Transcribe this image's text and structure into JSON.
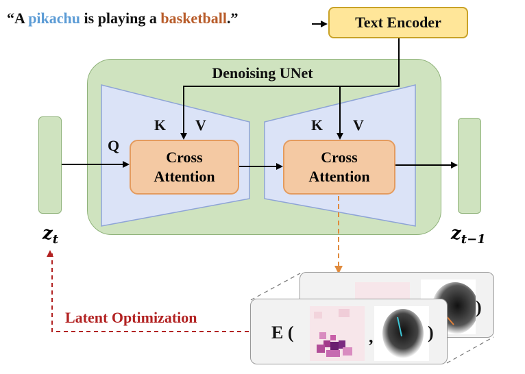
{
  "prompt": {
    "open": "“A ",
    "subject": "pikachu",
    "middle": " is playing a ",
    "object": "basketball",
    "close": ".”"
  },
  "text_encoder": "Text Encoder",
  "unet_title": "Denoising UNet",
  "cross_attention": [
    "Cross",
    "Attention"
  ],
  "q": "Q",
  "k": "K",
  "v": "V",
  "z_t": {
    "base": "z",
    "sub": "t"
  },
  "z_t1": {
    "base": "z",
    "sub": "t−1"
  },
  "latent_opt": "Latent Optimization",
  "energy": {
    "open": "E (",
    "comma": ",",
    "close": ")"
  },
  "colors": {
    "prompt_subject": "#5b9bd5",
    "prompt_object": "#b85c2a",
    "text_encoder_fill": "#ffe699",
    "unet_fill": "#cfe3bf",
    "trapezoid_fill": "#dbe3f7",
    "cross_attention_fill": "#f4c9a3",
    "latent_optimization": "#b22222",
    "attention_arrow": "#e08a3c"
  }
}
